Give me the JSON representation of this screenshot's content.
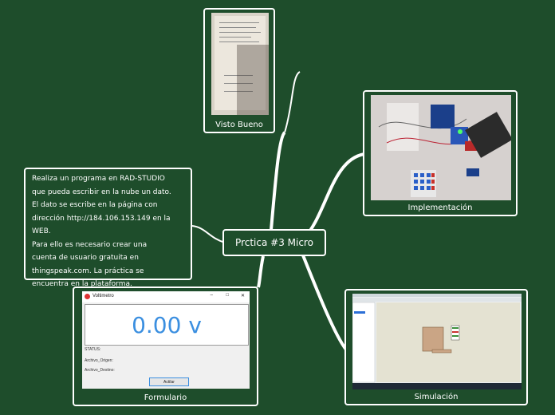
{
  "central": {
    "label": "Prctica #3 Micro"
  },
  "nodes": {
    "visto_bueno": {
      "label": "Visto Bueno"
    },
    "implementacion": {
      "label": "Implementación"
    },
    "formulario": {
      "label": "Formulario"
    },
    "simulacion": {
      "label": "Simulación"
    }
  },
  "description": {
    "lines": [
      "Realiza un programa en RAD-STUDIO",
      "que pueda escribir en la nube un dato.",
      "El dato se escribe en la página con",
      "dirección http://184.106.153.149 en la WEB.",
      "Para ello es necesario crear una",
      "cuenta de usuario gratuita en",
      "thingspeak.com. La práctica se",
      "encuentra en la plataforma."
    ]
  },
  "form_window": {
    "title": "Voltimetro",
    "reading": "0.00 v",
    "status_label": "STATUS:",
    "origin_label": "Archivo_Origen:",
    "dest_label": "Archivo_Destino:",
    "button_label": "Actilar"
  },
  "colors": {
    "background": "#1e4d2b",
    "lines": "#ffffff",
    "reading": "#3b8fe0"
  }
}
